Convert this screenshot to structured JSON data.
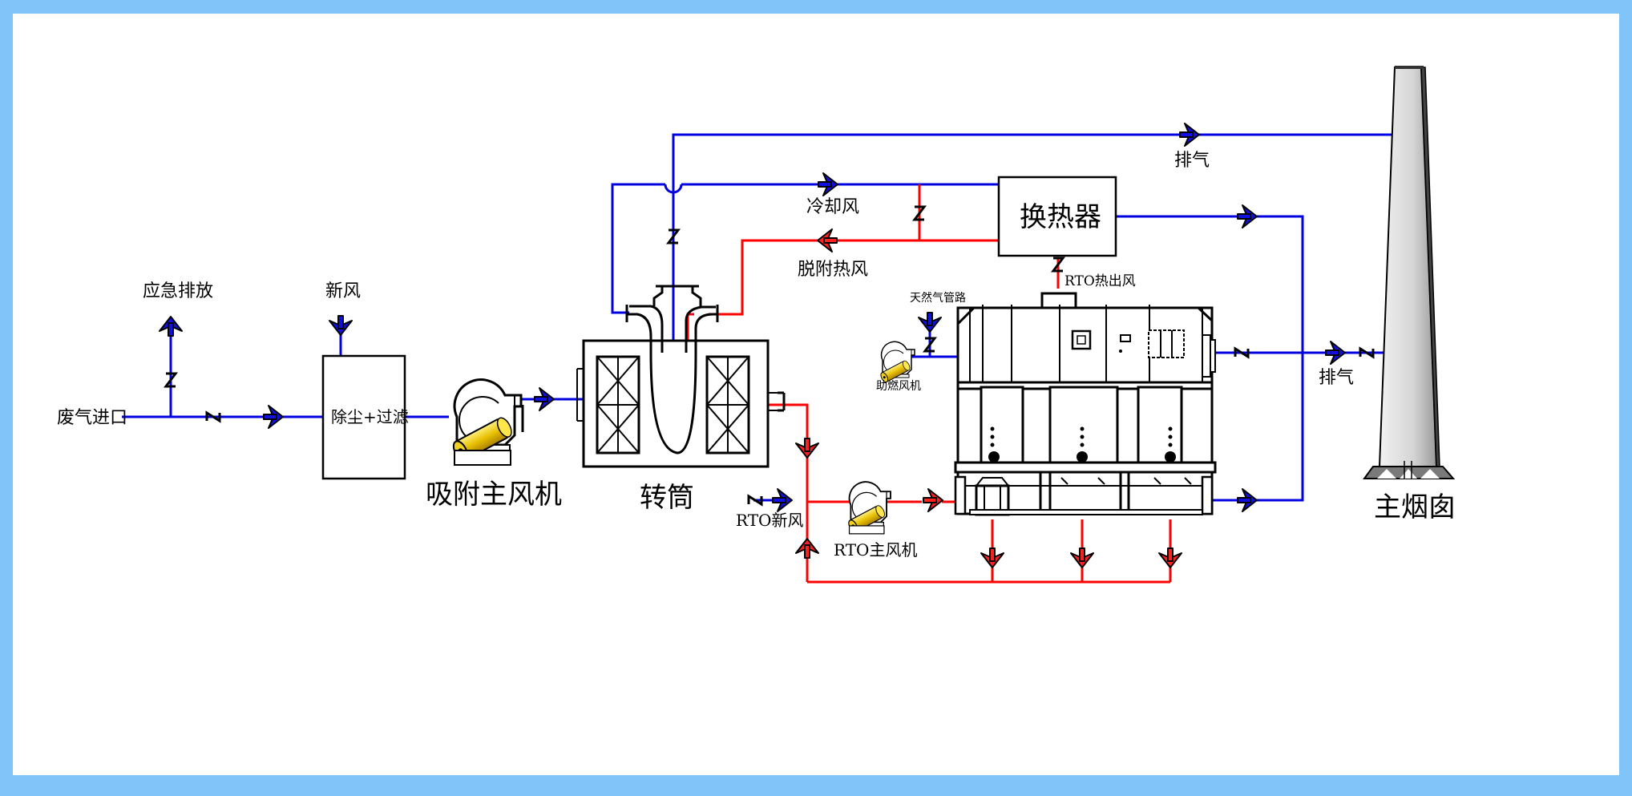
{
  "labels": {
    "exhaust_inlet": "废气进口",
    "emergency_release": "应急排放",
    "fresh_air": "新风",
    "dust_filter": "除尘+过滤",
    "adsorption_fan": "吸附主风机",
    "rotor": "转筒",
    "cooling_air": "冷却风",
    "desorption_hot_air": "脱附热风",
    "heat_exchanger": "换热器",
    "rto_hot_out": "RTO热出风",
    "natural_gas_pipe": "天然气管路",
    "combustion_fan": "助燃风机",
    "rto_fresh_air": "RTO新风",
    "rto_main_fan": "RTO主风机",
    "exhaust_top": "排气",
    "exhaust_mid": "排气",
    "main_chimney": "主烟囱"
  },
  "colors": {
    "background": "#ffffff",
    "frame": "#80c4fa",
    "cold_line": "#0000e0",
    "hot_line": "#ff0000",
    "fan_yellow": "#e8c000"
  }
}
